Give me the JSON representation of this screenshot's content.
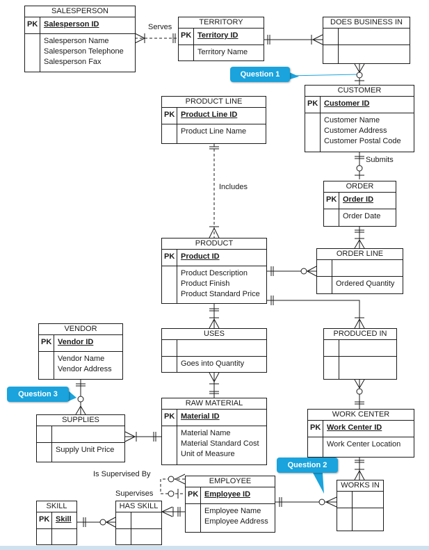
{
  "entities": {
    "salesperson": {
      "title": "SALESPERSON",
      "pk_label": "PK",
      "pk": "Salesperson ID",
      "attributes": [
        "Salesperson Name",
        "Salesperson Telephone",
        "Salesperson Fax"
      ]
    },
    "territory": {
      "title": "TERRITORY",
      "pk_label": "PK",
      "pk": "Territory ID",
      "attributes": [
        "Territory Name"
      ]
    },
    "does_business_in": {
      "title": "DOES BUSINESS IN"
    },
    "customer": {
      "title": "CUSTOMER",
      "pk_label": "PK",
      "pk": "Customer ID",
      "attributes": [
        "Customer Name",
        "Customer Address",
        "Customer Postal Code"
      ]
    },
    "product_line": {
      "title": "PRODUCT LINE",
      "pk_label": "PK",
      "pk": "Product Line ID",
      "attributes": [
        "Product Line Name"
      ]
    },
    "order": {
      "title": "ORDER",
      "pk_label": "PK",
      "pk": "Order ID",
      "attributes": [
        "Order Date"
      ]
    },
    "product": {
      "title": "PRODUCT",
      "pk_label": "PK",
      "pk": "Product ID",
      "attributes": [
        "Product Description",
        "Product Finish",
        "Product Standard Price"
      ]
    },
    "order_line": {
      "title": "ORDER LINE",
      "attributes": [
        "Ordered Quantity"
      ]
    },
    "vendor": {
      "title": "VENDOR",
      "pk_label": "PK",
      "pk": "Vendor ID",
      "attributes": [
        "Vendor Name",
        "Vendor Address"
      ]
    },
    "uses": {
      "title": "USES",
      "attributes": [
        "Goes into Quantity"
      ]
    },
    "produced_in": {
      "title": "PRODUCED IN"
    },
    "supplies": {
      "title": "SUPPLIES",
      "attributes": [
        "Supply Unit Price"
      ]
    },
    "raw_material": {
      "title": "RAW MATERIAL",
      "pk_label": "PK",
      "pk": "Material ID",
      "attributes": [
        "Material Name",
        "Material Standard Cost",
        "Unit of Measure"
      ]
    },
    "work_center": {
      "title": "WORK CENTER",
      "pk_label": "PK",
      "pk": "Work Center ID",
      "attributes": [
        "Work Center Location"
      ]
    },
    "employee": {
      "title": "EMPLOYEE",
      "pk_label": "PK",
      "pk": "Employee ID",
      "attributes": [
        "Employee Name",
        "Employee Address"
      ]
    },
    "works_in": {
      "title": "WORKS IN"
    },
    "skill": {
      "title": "SKILL",
      "pk_label": "PK",
      "pk": "Skill"
    },
    "has_skill": {
      "title": "HAS SKILL"
    }
  },
  "relationships": {
    "serves": "Serves",
    "submits": "Submits",
    "includes": "Includes",
    "is_supervised_by": "Is Supervised By",
    "supervises": "Supervises"
  },
  "callouts": {
    "q1": "Question 1",
    "q2": "Question 2",
    "q3": "Question 3"
  },
  "colors": {
    "callout": "#1aa3dc",
    "line": "#1a1a1a"
  }
}
